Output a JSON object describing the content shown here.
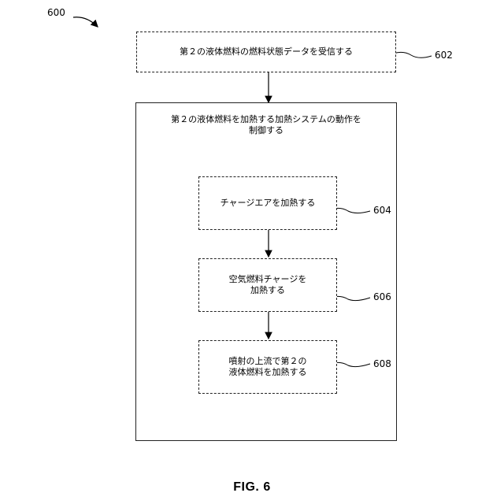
{
  "figure_number": "600",
  "figure_caption": "FIG. 6",
  "steps": {
    "s602": {
      "text": "第２の液体燃料の燃料状態データを受信する",
      "ref": "602"
    },
    "outer": {
      "line1": "第２の液体燃料を加熱する加熱システムの動作を",
      "line2": "制御する"
    },
    "s604": {
      "text": "チャージエアを加熱する",
      "ref": "604"
    },
    "s606": {
      "line1": "空気燃料チャージを",
      "line2": "加熱する",
      "ref": "606"
    },
    "s608": {
      "line1": "噴射の上流で第２の",
      "line2": "液体燃料を加熱する",
      "ref": "608"
    }
  }
}
